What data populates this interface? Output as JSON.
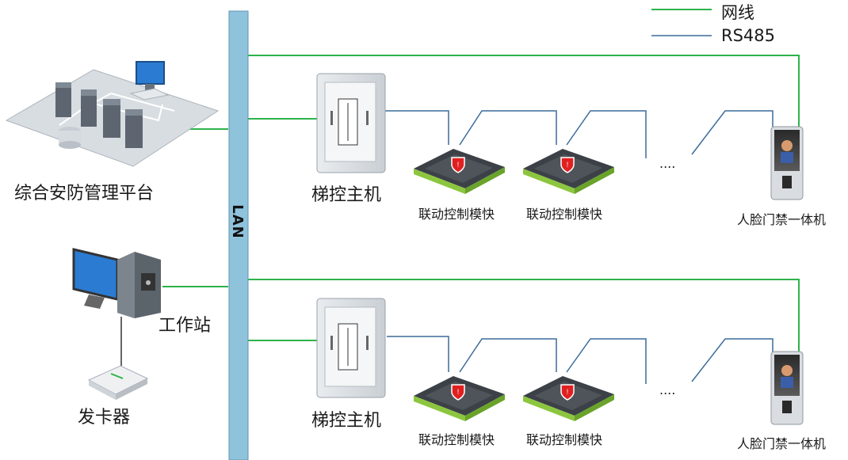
{
  "legend": [
    {
      "label": "网线",
      "color": "#2db34a"
    },
    {
      "label": "RS485",
      "color": "#3a6c9a"
    }
  ],
  "backbone": {
    "label": "LAN",
    "color": "#8fc3dc"
  },
  "platform": {
    "label": "综合安防管理平台"
  },
  "workstation": {
    "label": "工作站"
  },
  "card_issuer": {
    "label": "发卡器"
  },
  "rows": [
    {
      "controller": {
        "label": "梯控主机"
      },
      "modules": [
        {
          "label": "联动控制模快"
        },
        {
          "label": "联动控制模快"
        }
      ],
      "ellipsis": "....",
      "terminal": {
        "label": "人脸门禁一体机"
      }
    },
    {
      "controller": {
        "label": "梯控主机"
      },
      "modules": [
        {
          "label": "联动控制模快"
        },
        {
          "label": "联动控制模快"
        }
      ],
      "ellipsis": "....",
      "terminal": {
        "label": "人脸门禁一体机"
      }
    }
  ],
  "colors": {
    "network": "#2db34a",
    "rs485": "#3a6c9a",
    "module_accent": "#8cc63f",
    "alert": "#e02020"
  }
}
